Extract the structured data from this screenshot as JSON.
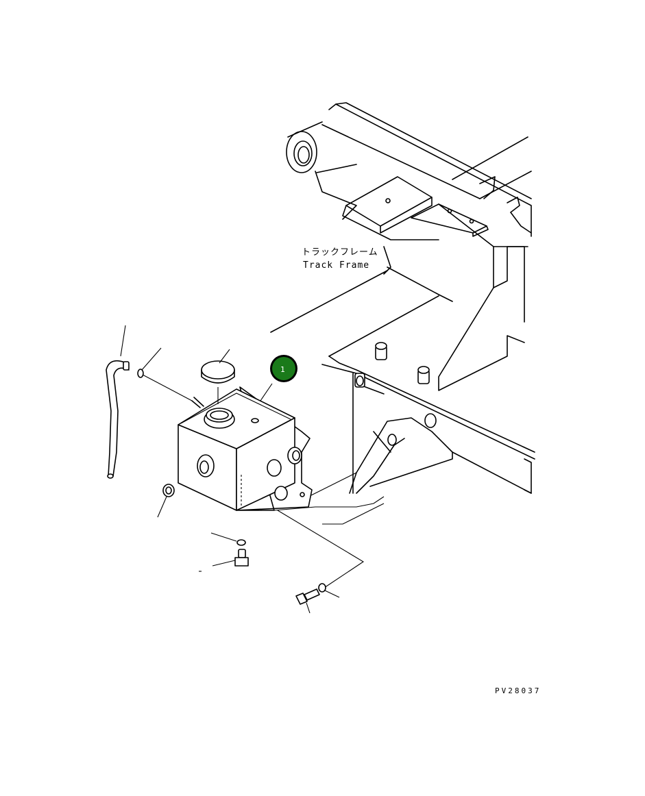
{
  "labels": {
    "track_frame_jp": "トラックフレーム",
    "track_frame_en": "Track Frame",
    "drawing_code": "PV28037"
  },
  "callouts": [
    {
      "number": "1",
      "color": "#1a7a1a",
      "ring_color": "#000000"
    }
  ]
}
